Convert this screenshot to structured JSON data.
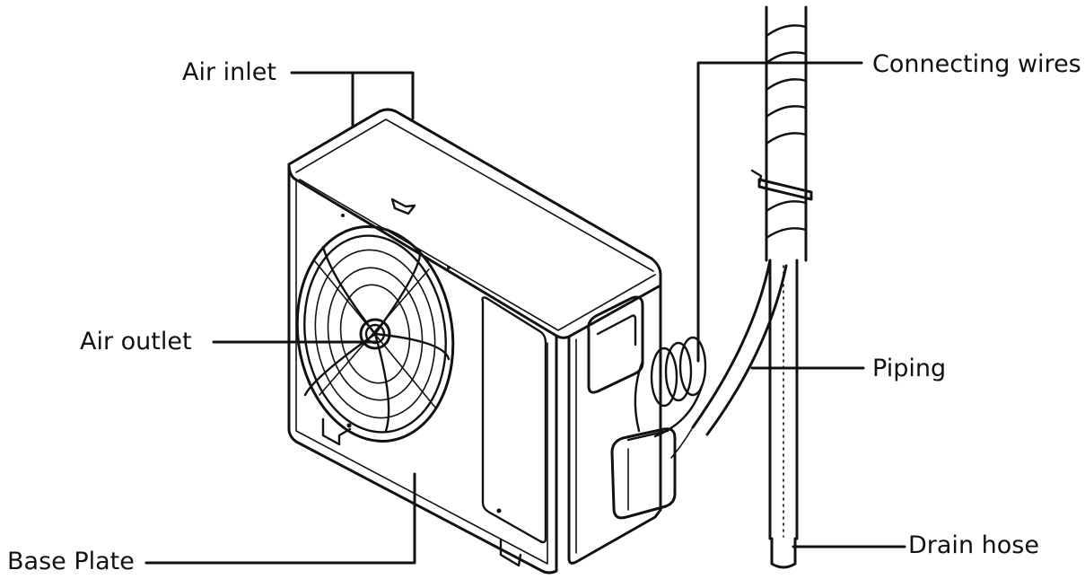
{
  "labels": {
    "air_inlet": "Air inlet",
    "air_outlet": "Air outlet",
    "base_plate": "Base Plate",
    "connecting_wires": "Connecting wires",
    "piping": "Piping",
    "drain_hose": "Drain hose"
  }
}
